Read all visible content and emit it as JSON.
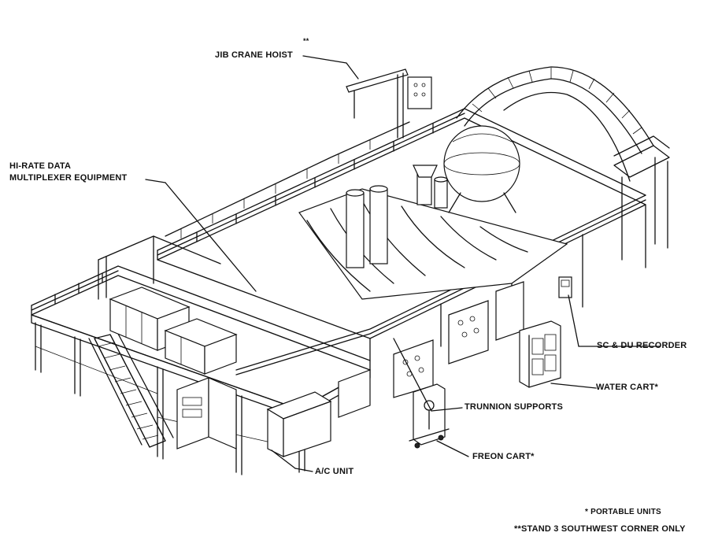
{
  "labels": {
    "jib_crane_hoist": "JIB CRANE HOIST",
    "jib_marker": "**",
    "hirate_line1": "HI-RATE DATA",
    "hirate_line2": "MULTIPLEXER EQUIPMENT",
    "sc_du_recorder": "SC & DU RECORDER",
    "water_cart": "WATER CART*",
    "trunnion_supports": "TRUNNION SUPPORTS",
    "freon_cart": "FREON CART*",
    "ac_unit": "A/C UNIT"
  },
  "notes": {
    "portable_units": "* PORTABLE UNITS",
    "stand3": "**STAND 3 SOUTHWEST CORNER ONLY"
  }
}
